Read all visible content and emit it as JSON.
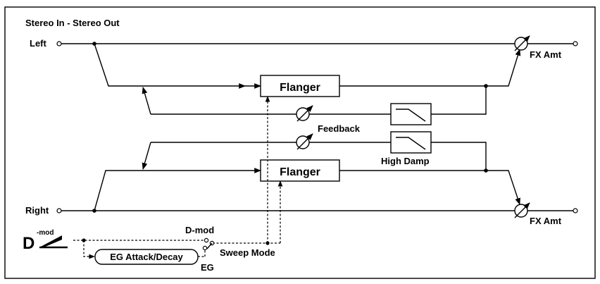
{
  "title": "Stereo In - Stereo Out",
  "inputs": {
    "left": "Left",
    "right": "Right"
  },
  "blocks": {
    "flanger_top": "Flanger",
    "flanger_bottom": "Flanger",
    "eg": "EG Attack/Decay"
  },
  "labels": {
    "fx_amt_top": "FX Amt",
    "fx_amt_bottom": "FX Amt",
    "feedback": "Feedback",
    "high_damp": "High Damp",
    "dmod": "D-mod",
    "sweep_mode": "Sweep Mode",
    "eg": "EG"
  },
  "dmod_logo": {
    "letter": "D",
    "superscript": "-mod"
  }
}
